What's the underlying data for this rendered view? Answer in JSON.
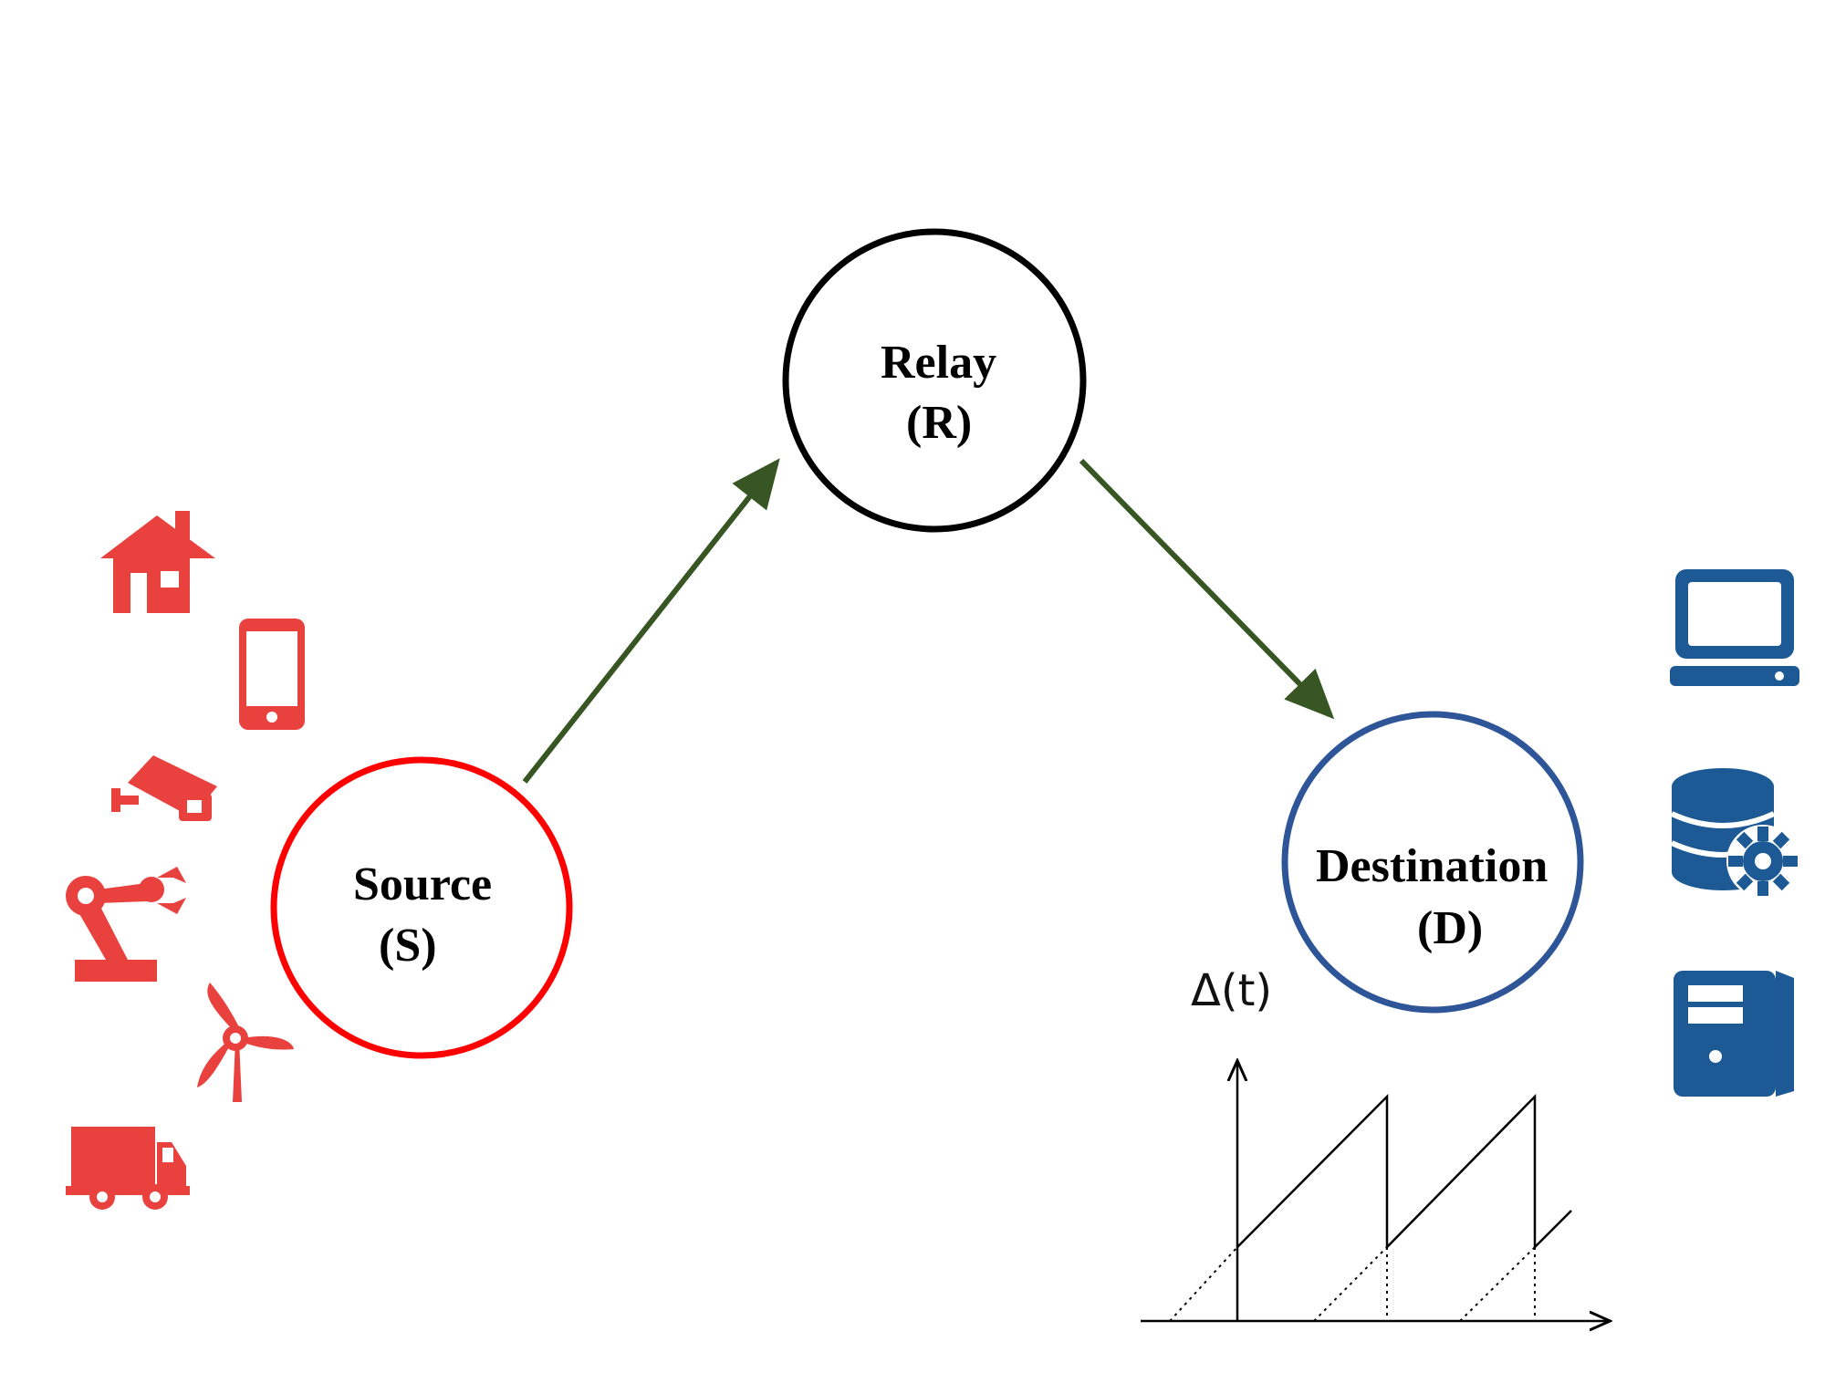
{
  "nodes": {
    "source": {
      "name": "Source",
      "symbol": "(S)",
      "color": "#ff0000"
    },
    "relay": {
      "name": "Relay",
      "symbol": "(R)",
      "color": "#000000"
    },
    "destination": {
      "name": "Destination",
      "symbol": "(D)",
      "color": "#2e5597"
    }
  },
  "edge_color": "#375623",
  "aoi_plot": {
    "y_label": "Δ(t)"
  },
  "source_icons": [
    "house-icon",
    "smartphone-icon",
    "security-camera-icon",
    "robot-arm-icon",
    "wind-turbine-icon",
    "truck-icon"
  ],
  "destination_icons": [
    "computer-icon",
    "database-gear-icon",
    "server-icon"
  ],
  "icon_colors": {
    "source": "#e8413e",
    "destination": "#1d5a95"
  }
}
